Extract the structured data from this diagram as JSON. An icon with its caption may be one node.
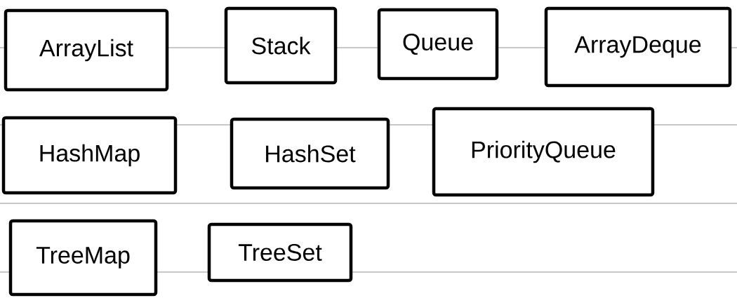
{
  "diagram": {
    "nodes": [
      {
        "text": [
          "ArrayList"
        ]
      },
      {
        "text": [
          "Stack"
        ]
      },
      {
        "text": [
          "Queue"
        ]
      },
      {
        "text": [
          "ArrayDeque"
        ]
      },
      {
        "text": [
          "HashMap"
        ]
      },
      {
        "text": [
          "HashSet"
        ]
      },
      {
        "text": [
          "PriorityQueue"
        ]
      },
      {
        "text": [
          "TreeMap"
        ]
      },
      {
        "text": [
          "TreeSet"
        ]
      }
    ]
  }
}
